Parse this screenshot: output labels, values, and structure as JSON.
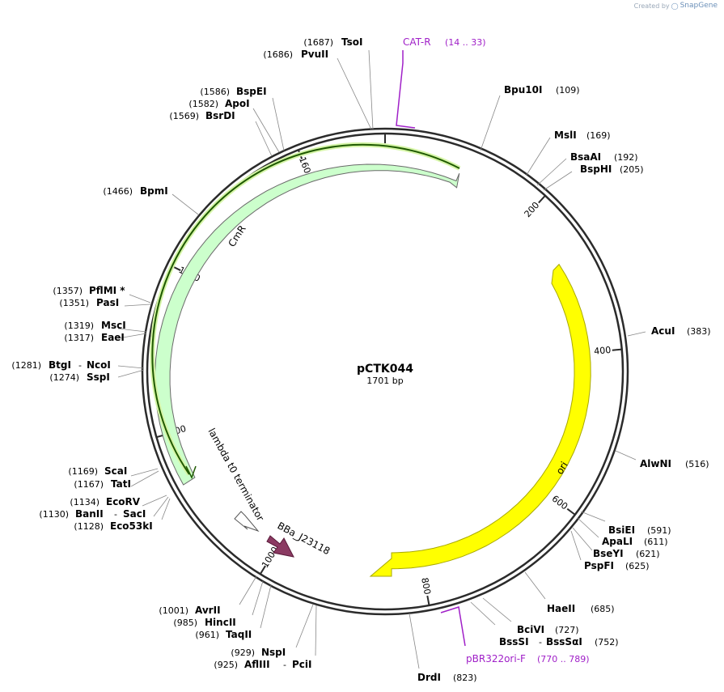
{
  "watermark": {
    "prefix": "Created by",
    "brand": "SnapGene"
  },
  "plasmid": {
    "name": "pCTK044",
    "size_label": "1701 bp",
    "length": 1701
  },
  "colors": {
    "backbone": "#2b2b2b",
    "cmr_fill": "#ccffcc",
    "cmr_stroke": "#6a6a6a",
    "ori_fill": "#ffff00",
    "ori_stroke": "#a8a800",
    "promoter_fill": "#8b3a62",
    "primer": "#a020c8"
  },
  "ticks": [
    {
      "pos": 0,
      "label": ""
    },
    {
      "pos": 200,
      "label": "200"
    },
    {
      "pos": 400,
      "label": "400"
    },
    {
      "pos": 600,
      "label": "600"
    },
    {
      "pos": 800,
      "label": "800"
    },
    {
      "pos": 1000,
      "label": "1000"
    },
    {
      "pos": 1200,
      "label": "1200"
    },
    {
      "pos": 1400,
      "label": "1400"
    },
    {
      "pos": 1600,
      "label": "1600"
    }
  ],
  "features": [
    {
      "name": "CmR",
      "type": "cds"
    },
    {
      "name": "ori",
      "type": "rep_origin"
    },
    {
      "name": "lambda t0 terminator",
      "type": "terminator"
    },
    {
      "name": "BBa_J23118",
      "type": "promoter"
    }
  ],
  "primers": [
    {
      "name": "CAT-R",
      "range": "(14 .. 33)"
    },
    {
      "name": "pBR322ori-F",
      "range": "(770 .. 789)"
    }
  ],
  "sites": [
    {
      "id": "tsoi",
      "name": "TsoI",
      "pos": "(1687)"
    },
    {
      "id": "pvuii",
      "name": "PvuII",
      "pos": "(1686)"
    },
    {
      "id": "bspei",
      "name": "BspEI",
      "pos": "(1586)"
    },
    {
      "id": "apoi",
      "name": "ApoI",
      "pos": "(1582)"
    },
    {
      "id": "bsrdi",
      "name": "BsrDI",
      "pos": "(1569)"
    },
    {
      "id": "bpmi",
      "name": "BpmI",
      "pos": "(1466)"
    },
    {
      "id": "pflmi",
      "name": "PflMI *",
      "pos": "(1357)"
    },
    {
      "id": "pasi",
      "name": "PasI",
      "pos": "(1351)"
    },
    {
      "id": "msci",
      "name": "MscI",
      "pos": "(1319)"
    },
    {
      "id": "eaei",
      "name": "EaeI",
      "pos": "(1317)"
    },
    {
      "id": "btgi",
      "name": "BtgI",
      "name2": "NcoI",
      "pos": "(1281)"
    },
    {
      "id": "sspi",
      "name": "SspI",
      "pos": "(1274)"
    },
    {
      "id": "scai",
      "name": "ScaI",
      "pos": "(1169)"
    },
    {
      "id": "tati",
      "name": "TatI",
      "pos": "(1167)"
    },
    {
      "id": "ecorv",
      "name": "EcoRV",
      "pos": "(1134)"
    },
    {
      "id": "banii",
      "name": "BanII",
      "name2": "SacI",
      "pos": "(1130)"
    },
    {
      "id": "eco53ki",
      "name": "Eco53kI",
      "pos": "(1128)"
    },
    {
      "id": "avrii",
      "name": "AvrII",
      "pos": "(1001)"
    },
    {
      "id": "hincii",
      "name": "HincII",
      "pos": "(985)"
    },
    {
      "id": "taqii",
      "name": "TaqII",
      "pos": "(961)"
    },
    {
      "id": "nspi",
      "name": "NspI",
      "pos": "(929)"
    },
    {
      "id": "afliii",
      "name": "AflIII",
      "name2": "PciI",
      "pos": "(925)"
    },
    {
      "id": "drdi",
      "name": "DrdI",
      "pos": "(823)"
    },
    {
      "id": "bssi",
      "name": "BssSI",
      "name2": "BssSαI",
      "pos": "(752)"
    },
    {
      "id": "bcivi",
      "name": "BciVI",
      "pos": "(727)"
    },
    {
      "id": "haeii",
      "name": "HaeII",
      "pos": "(685)"
    },
    {
      "id": "pspfi",
      "name": "PspFI",
      "pos": "(625)"
    },
    {
      "id": "bseyi",
      "name": "BseYI",
      "pos": "(621)"
    },
    {
      "id": "apali",
      "name": "ApaLI",
      "pos": "(611)"
    },
    {
      "id": "bsiei",
      "name": "BsiEI",
      "pos": "(591)"
    },
    {
      "id": "alwni",
      "name": "AlwNI",
      "pos": "(516)"
    },
    {
      "id": "acui",
      "name": "AcuI",
      "pos": "(383)"
    },
    {
      "id": "bsphi",
      "name": "BspHI",
      "pos": "(205)"
    },
    {
      "id": "bsaai",
      "name": "BsaAI",
      "pos": "(192)"
    },
    {
      "id": "msli",
      "name": "MslI",
      "pos": "(169)"
    },
    {
      "id": "bpu10i",
      "name": "Bpu10I",
      "pos": "(109)"
    }
  ]
}
